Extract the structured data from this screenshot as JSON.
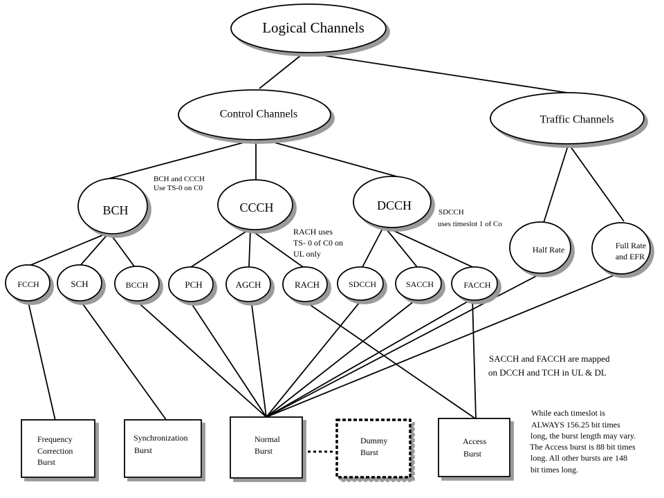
{
  "nodes": {
    "logical": "Logical Channels",
    "control": "Control Channels",
    "traffic": "Traffic Channels",
    "bch": "BCH",
    "ccch": "CCCH",
    "dcch": "DCCH",
    "half_rate": "Half Rate",
    "full_rate": [
      "Full Rate",
      "and EFR"
    ],
    "fcch": "FCCH",
    "sch": "SCH",
    "bcch": "BCCH",
    "pch": "PCH",
    "agch": "AGCH",
    "rach": "RACH",
    "sdcch": "SDCCH",
    "sacch": "SACCH",
    "facch": "FACCH"
  },
  "bursts": {
    "frequency_correction": [
      "Frequency",
      "Correction",
      "Burst"
    ],
    "synchronization": [
      "Synchronization",
      "Burst"
    ],
    "normal": [
      "Normal",
      "Burst"
    ],
    "dummy": [
      "Dummy",
      "Burst"
    ],
    "access": [
      "Access",
      "Burst"
    ]
  },
  "notes": {
    "bch_ccch": [
      "BCH and CCCH",
      "Use TS-0 on C0"
    ],
    "rach": [
      "RACH uses",
      "TS- 0 of C0 on",
      "UL only"
    ],
    "sdcch": [
      "SDCCH",
      "uses timeslot 1 of Co"
    ],
    "sacch_facch": [
      "SACCH and FACCH are mapped",
      "on DCCH and TCH in UL & DL"
    ],
    "timeslot": [
      "While each timeslot is",
      "ALWAYS 156.25 bit times",
      "long, the burst length may vary.",
      "The Access burst is 88 bit times",
      "long. All other  bursts are 148",
      "bit times long."
    ]
  }
}
